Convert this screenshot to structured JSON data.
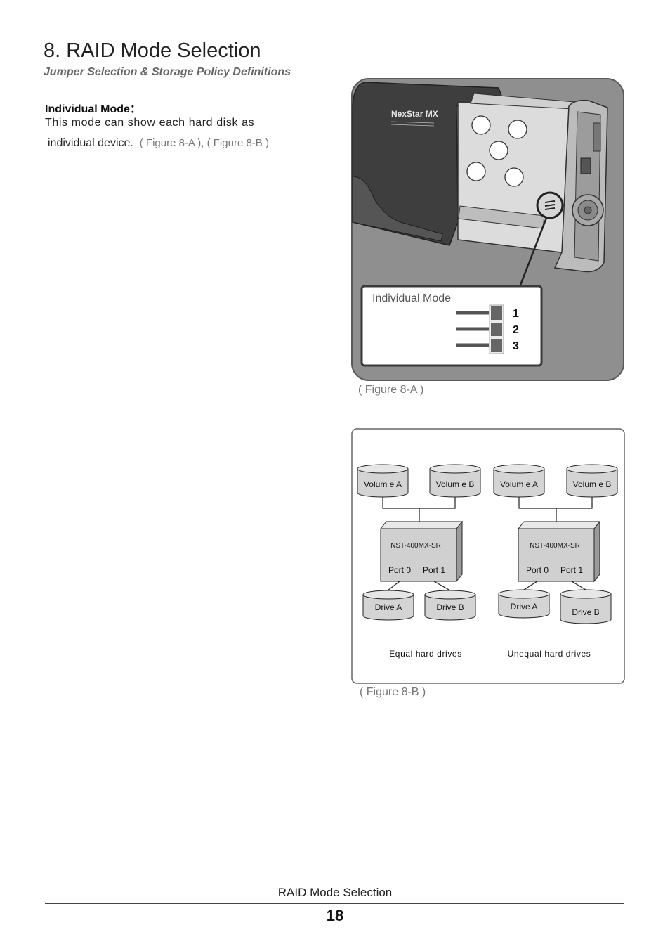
{
  "page": {
    "title": "8. RAID Mode Selection",
    "subtitle": "Jumper Selection & Storage Policy Definitions",
    "section_heading": "Individual Mode：",
    "body_line1": "This mode can show each hard disk as",
    "body_line2": "individual device.",
    "body_refs": "( Figure 8-A ), ( Figure 8-B )"
  },
  "figure_a": {
    "caption": "( Figure 8-A )",
    "brand": "NexStar MX",
    "callout_title": "Individual Mode",
    "pins": [
      "1",
      "2",
      "3"
    ]
  },
  "figure_b": {
    "caption": "( Figure 8-B )",
    "left": {
      "volumes": [
        "Volum e A",
        "Volum e B"
      ],
      "device": "NST-400MX-SR",
      "ports": [
        "Port 0",
        "Port 1"
      ],
      "drives": [
        "Drive A",
        "Drive B"
      ],
      "label": "Equal hard drives"
    },
    "right": {
      "volumes": [
        "Volum e A",
        "Volum e B"
      ],
      "device": "NST-400MX-SR",
      "ports": [
        "Port 0",
        "Port 1"
      ],
      "drives": [
        "Drive A",
        "Drive B"
      ],
      "label": "Unequal hard drives"
    }
  },
  "footer": {
    "section_label": "RAID Mode Selection",
    "page_number": "18"
  }
}
